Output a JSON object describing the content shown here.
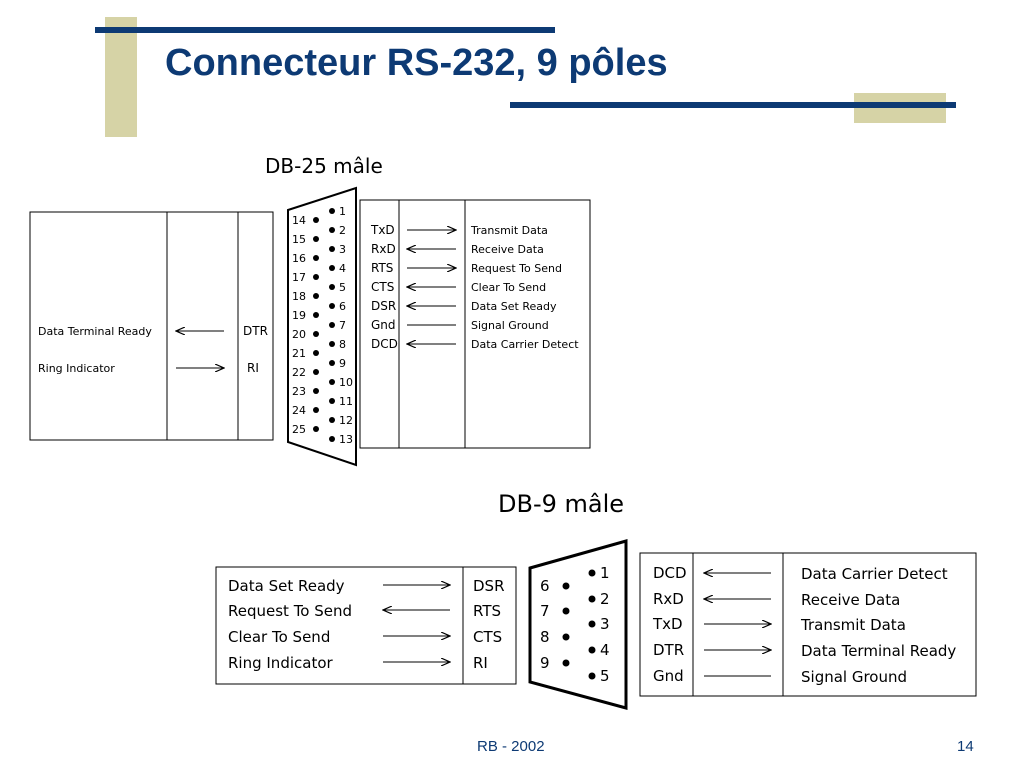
{
  "slide": {
    "title": "Connecteur RS-232, 9 pôles",
    "footer_left": "RB - 2002",
    "page_number": "14"
  },
  "db25": {
    "label": "DB-25  mâle",
    "left_signals": [
      {
        "name": "Data Terminal Ready",
        "abbr": "DTR",
        "direction": "left"
      },
      {
        "name": "Ring Indicator",
        "abbr": "RI",
        "direction": "right"
      }
    ],
    "pins_top_row": [
      "1",
      "2",
      "3",
      "4",
      "5",
      "6",
      "7",
      "8",
      "9",
      "10",
      "11",
      "12",
      "13"
    ],
    "pins_bottom_row": [
      "14",
      "15",
      "16",
      "17",
      "18",
      "19",
      "20",
      "21",
      "22",
      "23",
      "24",
      "25"
    ],
    "right_signals": [
      {
        "abbr": "TxD",
        "name": "Transmit Data",
        "direction": "right"
      },
      {
        "abbr": "RxD",
        "name": "Receive Data",
        "direction": "left"
      },
      {
        "abbr": "RTS",
        "name": "Request To Send",
        "direction": "right"
      },
      {
        "abbr": "CTS",
        "name": "Clear To Send",
        "direction": "left"
      },
      {
        "abbr": "DSR",
        "name": "Data Set Ready",
        "direction": "left"
      },
      {
        "abbr": "Gnd",
        "name": "Signal Ground",
        "direction": "none"
      },
      {
        "abbr": "DCD",
        "name": "Data Carrier Detect",
        "direction": "left"
      }
    ]
  },
  "db9": {
    "label": "DB-9  mâle",
    "left_signals": [
      {
        "name": "Data Set Ready",
        "abbr": "DSR",
        "direction": "right"
      },
      {
        "name": "Request To Send",
        "abbr": "RTS",
        "direction": "left"
      },
      {
        "name": "Clear To Send",
        "abbr": "CTS",
        "direction": "right"
      },
      {
        "name": "Ring Indicator",
        "abbr": "RI",
        "direction": "right"
      }
    ],
    "pins_top_row": [
      "1",
      "2",
      "3",
      "4",
      "5"
    ],
    "pins_bottom_row": [
      "6",
      "7",
      "8",
      "9"
    ],
    "right_signals": [
      {
        "abbr": "DCD",
        "name": "Data Carrier Detect",
        "direction": "left"
      },
      {
        "abbr": "RxD",
        "name": "Receive Data",
        "direction": "left"
      },
      {
        "abbr": "TxD",
        "name": "Transmit Data",
        "direction": "right"
      },
      {
        "abbr": "DTR",
        "name": "Data Terminal Ready",
        "direction": "right"
      },
      {
        "abbr": "Gnd",
        "name": "Signal Ground",
        "direction": "none"
      }
    ]
  }
}
